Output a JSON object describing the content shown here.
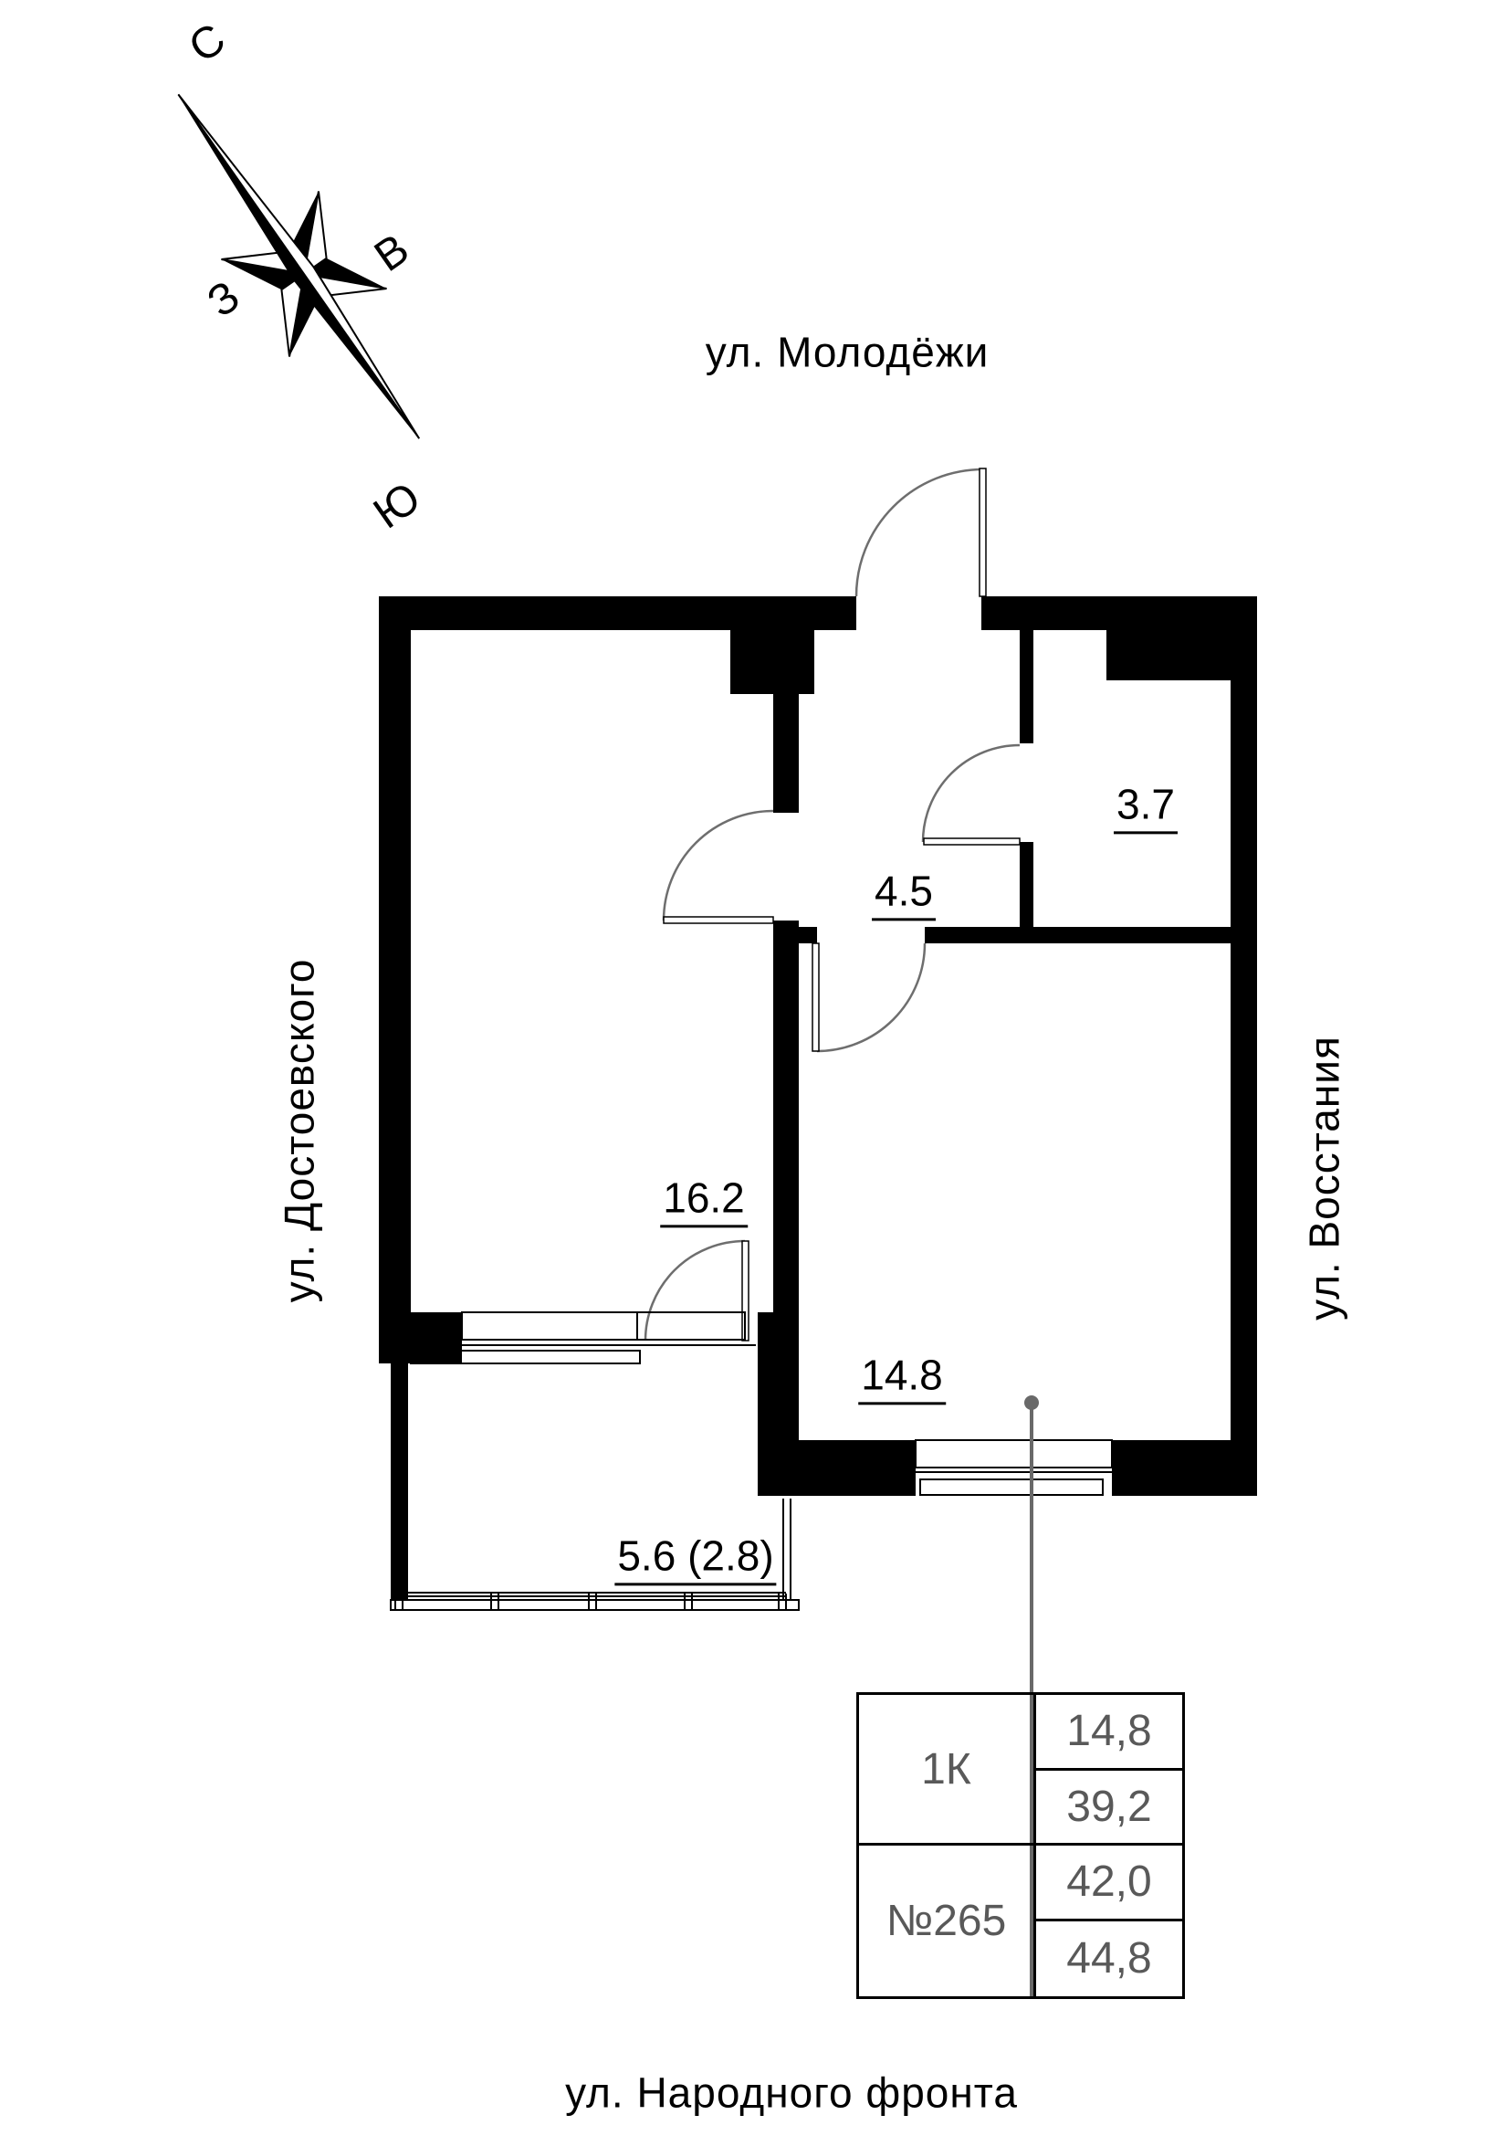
{
  "streets": {
    "top": "ул. Молодёжи",
    "left": "ул. Достоевского",
    "right": "ул. Восстания",
    "bottom": "ул. Народного фронта"
  },
  "compass": {
    "north": "С",
    "west": "З",
    "east": "В",
    "south": "Ю"
  },
  "plan": {
    "rooms": [
      {
        "name": "living-room",
        "label": "16.2"
      },
      {
        "name": "hallway",
        "label": "4.5"
      },
      {
        "name": "bathroom",
        "label": "3.7"
      },
      {
        "name": "kitchen-room",
        "label": "14.8"
      },
      {
        "name": "balcony",
        "label": "5.6 (2.8)"
      }
    ]
  },
  "info_table": {
    "rows": [
      {
        "label": "1К",
        "values": [
          "14,8",
          "39,2"
        ]
      },
      {
        "label": "№265",
        "values": [
          "42,0",
          "44,8"
        ]
      }
    ]
  },
  "colors": {
    "wall": "#000000",
    "door_arc": "#6e6e6e",
    "leader": "#696969",
    "table_text": "#595959"
  }
}
